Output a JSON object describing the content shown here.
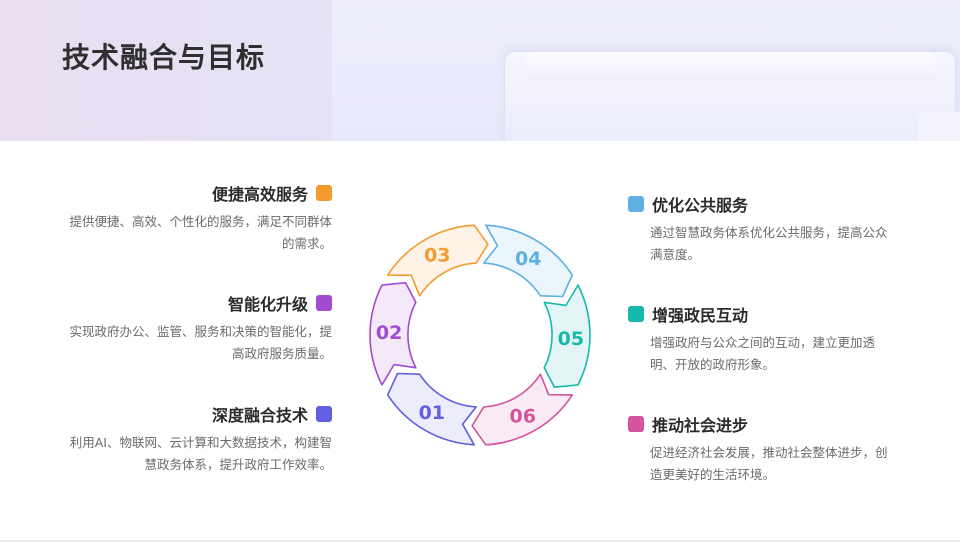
{
  "title": "技术融合与目标",
  "colors": {
    "orange": "#f39b2f",
    "purple": "#a24ad0",
    "indigo": "#6060e0",
    "blue": "#5cb0e3",
    "teal": "#17b8ad",
    "pink": "#d2559d"
  },
  "left_items": [
    {
      "label": "便捷高效服务",
      "desc": "提供便捷、高效、个性化的服务，满足不同群体的需求。",
      "color": "#f39b2f"
    },
    {
      "label": "智能化升级",
      "desc": "实现政府办公、监管、服务和决策的智能化，提高政府服务质量。",
      "color": "#a24ad0"
    },
    {
      "label": "深度融合技术",
      "desc": "利用AI、物联网、云计算和大数据技术，构建智慧政务体系，提升政府工作效率。",
      "color": "#6060e0"
    }
  ],
  "right_items": [
    {
      "label": "优化公共服务",
      "desc": "通过智慧政务体系优化公共服务，提高公众满意度。",
      "color": "#5cb0e3"
    },
    {
      "label": "增强政民互动",
      "desc": "增强政府与公众之间的互动，建立更加透明、开放的政府形象。",
      "color": "#17b8ad"
    },
    {
      "label": "推动社会进步",
      "desc": "促进经济社会发展，推动社会整体进步，创造更美好的生活环境。",
      "color": "#d2559d"
    }
  ],
  "cycle": [
    {
      "num": "01",
      "color": "#6060e0"
    },
    {
      "num": "02",
      "color": "#a24ad0"
    },
    {
      "num": "03",
      "color": "#f39b2f"
    },
    {
      "num": "04",
      "color": "#5cb0e3"
    },
    {
      "num": "05",
      "color": "#17b8ad"
    },
    {
      "num": "06",
      "color": "#d2559d"
    }
  ]
}
